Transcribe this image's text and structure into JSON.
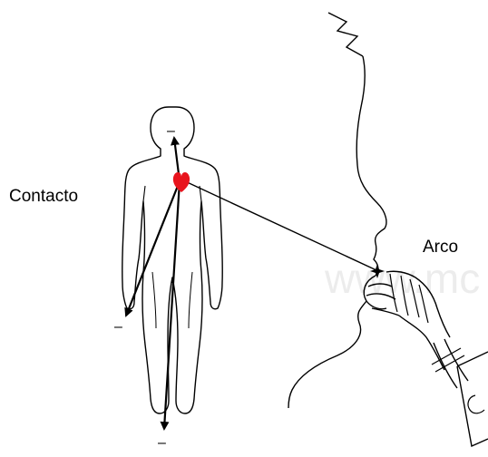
{
  "labels": {
    "contact": "Contacto",
    "arc": "Arco"
  },
  "signs": {
    "head": "–",
    "left_hand": "–",
    "foot": "–"
  },
  "watermark": "www.mc",
  "colors": {
    "heart": "#e8141d",
    "stroke": "#000000",
    "background": "#ffffff"
  },
  "icons": {
    "heart": "heart-icon",
    "spark": "spark-icon",
    "lightning": "lightning-icon"
  }
}
